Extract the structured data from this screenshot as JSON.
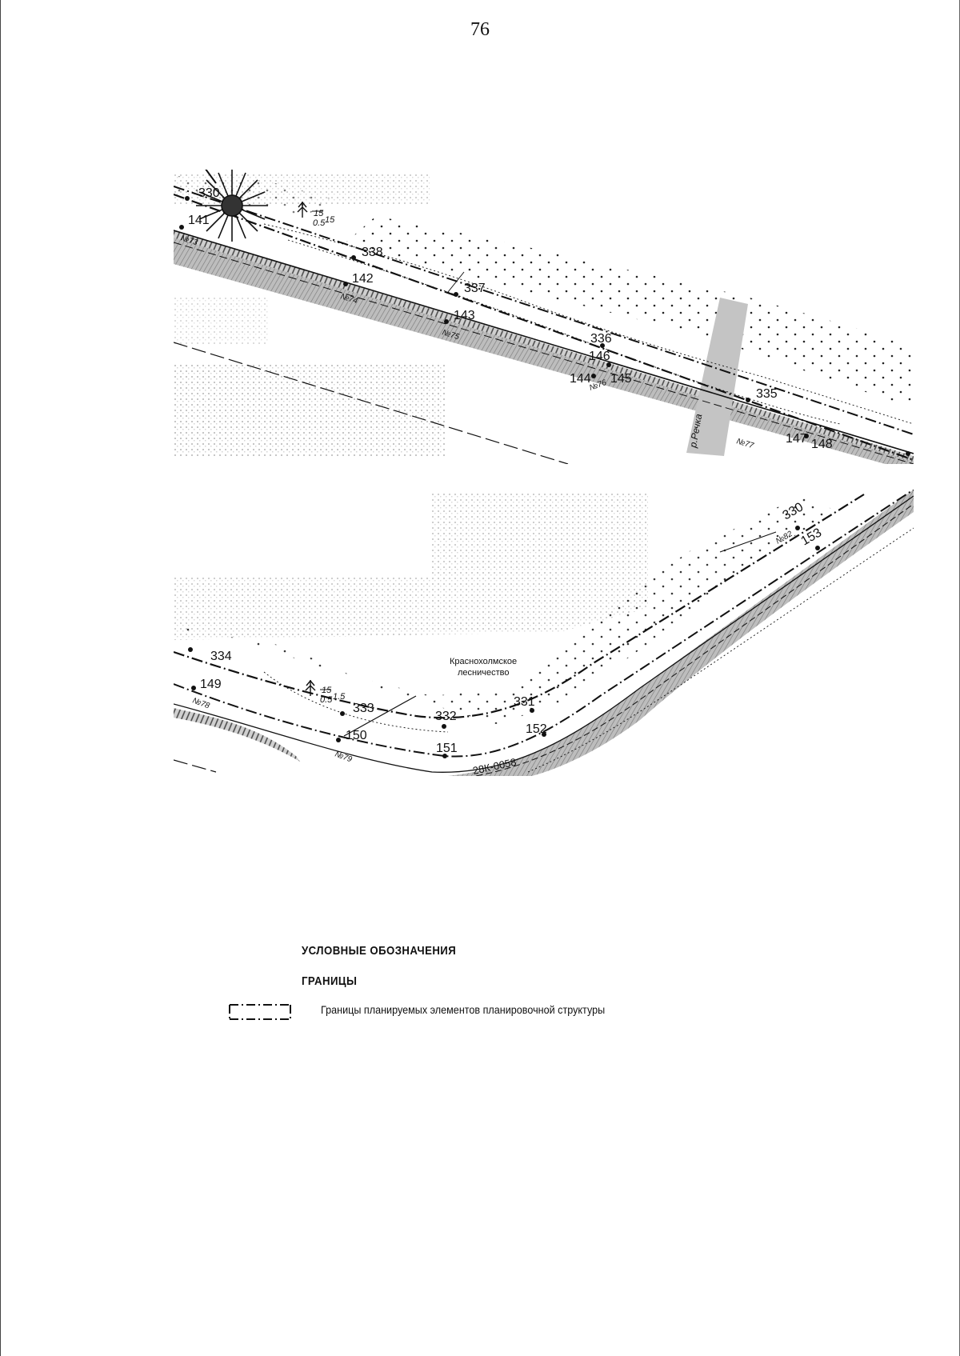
{
  "page_number": "76",
  "map_top": {
    "labels": {
      "p330": "330",
      "p141": "141",
      "p338": "338",
      "p142": "142",
      "p337": "337",
      "p143": "143",
      "p336": "336",
      "p146": "146",
      "p144": "144",
      "p145": "145",
      "p335": "335",
      "p147": "147",
      "p148": "148",
      "n73": "№73",
      "n74": "№74",
      "n75": "№75",
      "n76": "№76",
      "n77": "№77",
      "river": "р.Речка",
      "forest_num": "15",
      "forest_den": "0.5",
      "forest_extra": "15"
    }
  },
  "map_bottom": {
    "labels": {
      "p334": "334",
      "p149": "149",
      "p333": "333",
      "p150": "150",
      "p332": "332",
      "p151": "151",
      "p331": "331",
      "p152": "152",
      "p330": "330",
      "p153": "153",
      "n78": "№78",
      "n79": "№79",
      "n82": "№82",
      "forestry_line1": "Краснохолмское",
      "forestry_line2": "лесничество",
      "road_code": "28К-0058",
      "forest_num": "15",
      "forest_den": "0.5",
      "forest_extra": "1.5"
    }
  },
  "legend": {
    "title": "УСЛОВНЫЕ ОБОЗНАЧЕНИЯ",
    "section": "ГРАНИЦЫ",
    "items": [
      {
        "symbol": "dash-dot-boundary",
        "label": "Границы планируемых элементов планировочной структуры"
      }
    ]
  },
  "colors": {
    "ink": "#111111",
    "hatch": "#9a9a9a",
    "road": "#b8b8b8",
    "halftone": "#c8c8c8"
  }
}
